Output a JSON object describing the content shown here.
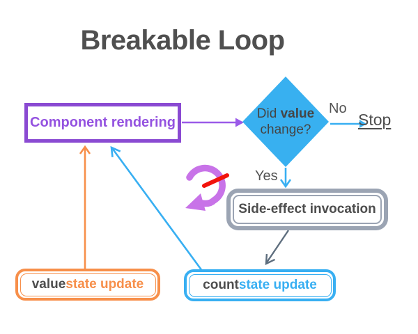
{
  "title": "Breakable Loop",
  "nodes": {
    "component_rendering": {
      "label": "Component rendering"
    },
    "decision": {
      "prefix": "Did ",
      "emphasis": "value",
      "line2": "change?"
    },
    "side_effect": {
      "label": "Side-effect invocation"
    },
    "value_state_update": {
      "variable": "value",
      "rest": " state update"
    },
    "count_state_update": {
      "variable": "count",
      "rest": " state update"
    }
  },
  "labels": {
    "no": "No",
    "yes": "Yes",
    "stop": "Stop"
  },
  "icons": {
    "loop_break": "crossed-loop-arrow"
  },
  "colors": {
    "node_purple": "#8a4ad2",
    "arrow_purple": "#9a5ae8",
    "blue": "#38aff2",
    "orange": "#f78f4a",
    "gray_border": "#9ba4b3",
    "gray_arrow": "#5e6e7e",
    "dark_text": "#4d4d4d",
    "loop_icon_purple": "#c873e8",
    "slash_red": "#f2140c"
  }
}
